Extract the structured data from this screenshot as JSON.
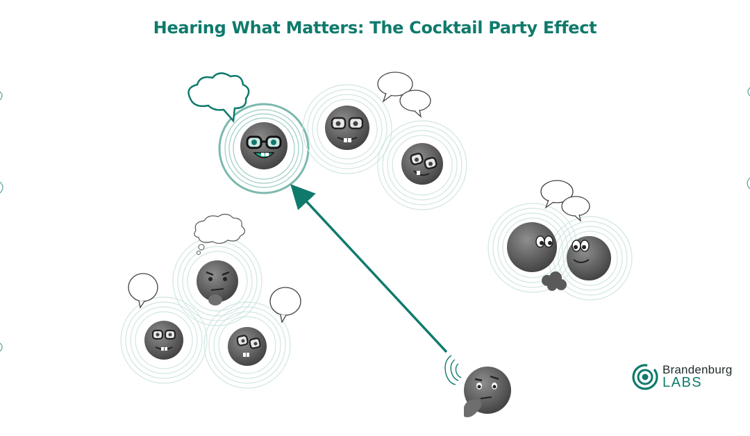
{
  "title": "Hearing What Matters: The Cocktail Party Effect",
  "brand": {
    "name_top": "Brandenburg",
    "name_bottom": "LABS"
  },
  "colors": {
    "accent": "#0f7a6c",
    "ring": "#a8d2cb",
    "ring_strong": "#7bb8ae",
    "face": "#6b6b6b",
    "face_dark": "#4a4a4a"
  },
  "icons": [
    "speech-bubble-icon",
    "thought-cloud-icon",
    "nerd-face-icon",
    "thinking-face-icon",
    "ear-sound-icon",
    "handshake-icon"
  ]
}
